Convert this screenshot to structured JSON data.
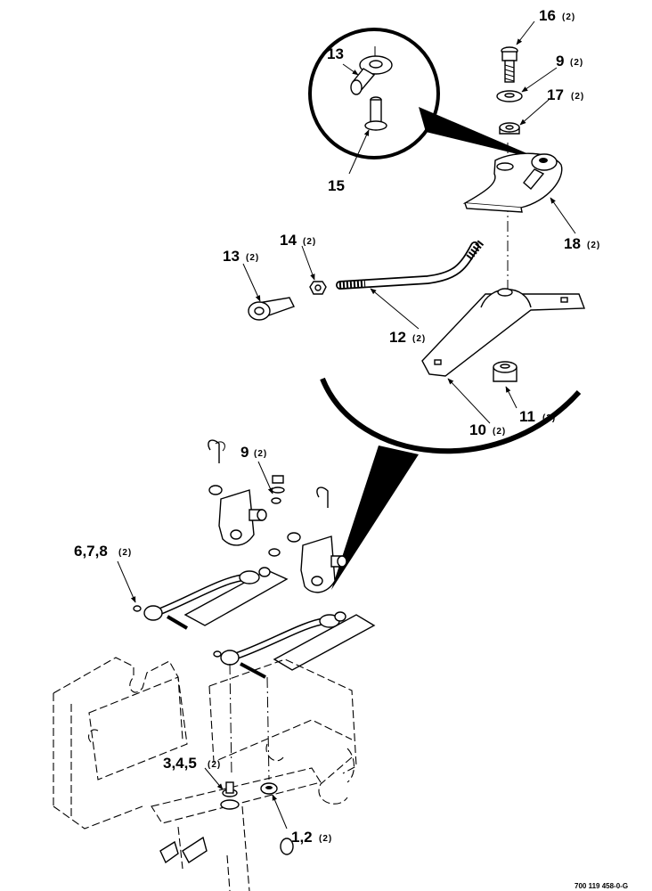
{
  "callouts": {
    "c13a": "13",
    "c15": "15",
    "c16": "16",
    "c16q": "(2)",
    "c9a": "9",
    "c9aq": "(2)",
    "c17": "17",
    "c17q": "(2)",
    "c18": "18",
    "c18q": "(2)",
    "c13b": "13",
    "c13bq": "(2)",
    "c14": "14",
    "c14q": "(2)",
    "c12": "12",
    "c12q": "(2)",
    "c10": "10",
    "c10q": "(2)",
    "c11": "11",
    "c11q": "(2)",
    "c9b": "9",
    "c9bq": "(2)",
    "c678": "6,7,8",
    "c678q": "(2)",
    "c345": "3,4,5",
    "c345q": "(2)",
    "c12b": "1,2",
    "c12bq": "(2)"
  },
  "drawing_number": "700 119 458-0-G"
}
